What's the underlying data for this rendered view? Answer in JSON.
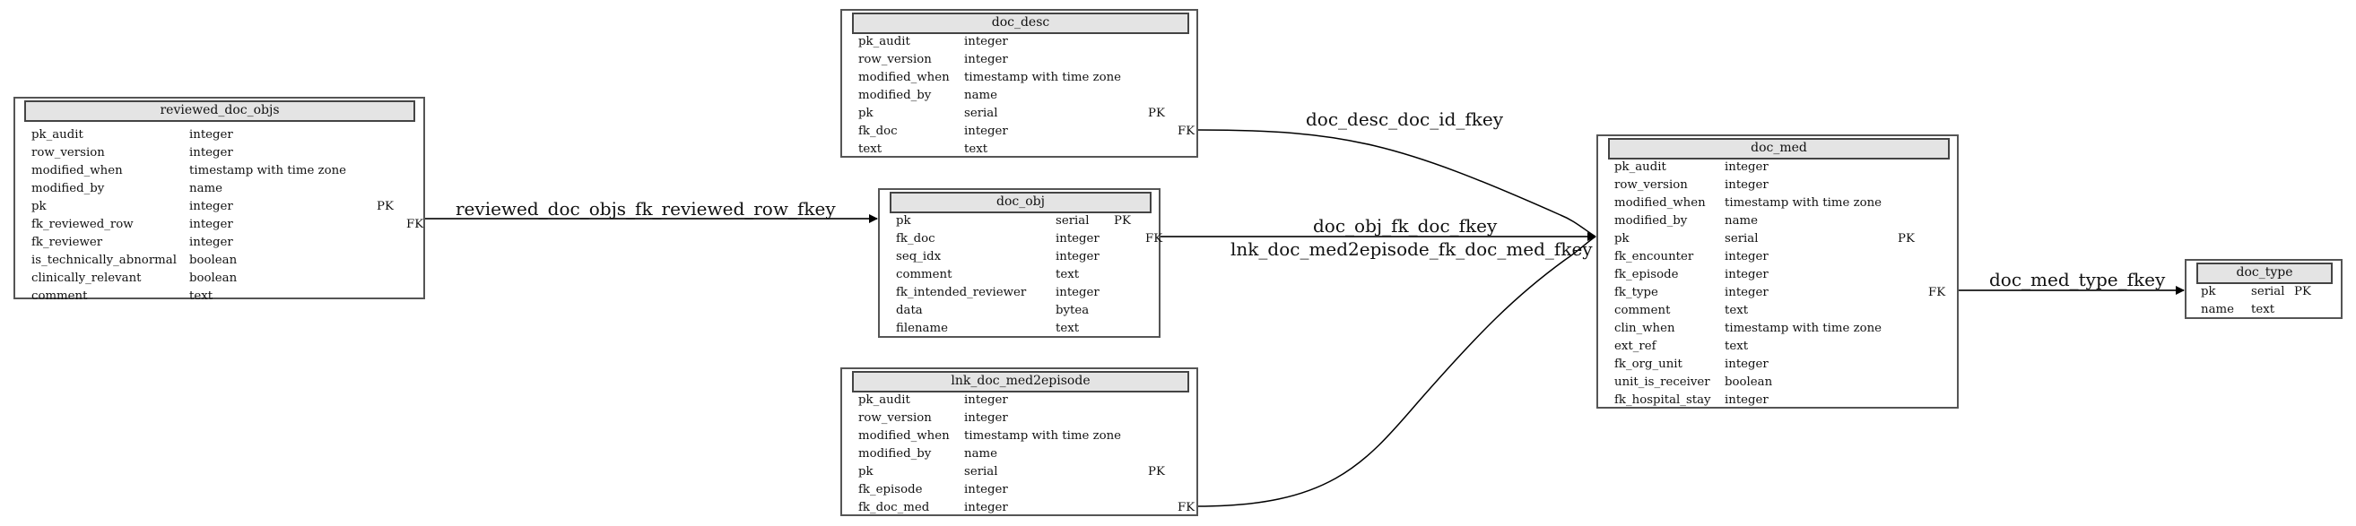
{
  "tables": {
    "reviewed_doc_objs": {
      "name": "reviewed_doc_objs",
      "columns": [
        {
          "name": "pk_audit",
          "type": "integer",
          "pk": "",
          "fk": ""
        },
        {
          "name": "row_version",
          "type": "integer",
          "pk": "",
          "fk": ""
        },
        {
          "name": "modified_when",
          "type": "timestamp with time zone",
          "pk": "",
          "fk": ""
        },
        {
          "name": "modified_by",
          "type": "name",
          "pk": "",
          "fk": ""
        },
        {
          "name": "pk",
          "type": "integer",
          "pk": "PK",
          "fk": ""
        },
        {
          "name": "fk_reviewed_row",
          "type": "integer",
          "pk": "",
          "fk": "FK"
        },
        {
          "name": "fk_reviewer",
          "type": "integer",
          "pk": "",
          "fk": ""
        },
        {
          "name": "is_technically_abnormal",
          "type": "boolean",
          "pk": "",
          "fk": ""
        },
        {
          "name": "clinically_relevant",
          "type": "boolean",
          "pk": "",
          "fk": ""
        },
        {
          "name": "comment",
          "type": "text",
          "pk": "",
          "fk": ""
        }
      ]
    },
    "doc_desc": {
      "name": "doc_desc",
      "columns": [
        {
          "name": "pk_audit",
          "type": "integer",
          "pk": "",
          "fk": ""
        },
        {
          "name": "row_version",
          "type": "integer",
          "pk": "",
          "fk": ""
        },
        {
          "name": "modified_when",
          "type": "timestamp with time zone",
          "pk": "",
          "fk": ""
        },
        {
          "name": "modified_by",
          "type": "name",
          "pk": "",
          "fk": ""
        },
        {
          "name": "pk",
          "type": "serial",
          "pk": "PK",
          "fk": ""
        },
        {
          "name": "fk_doc",
          "type": "integer",
          "pk": "",
          "fk": "FK"
        },
        {
          "name": "text",
          "type": "text",
          "pk": "",
          "fk": ""
        }
      ]
    },
    "doc_obj": {
      "name": "doc_obj",
      "columns": [
        {
          "name": "pk",
          "type": "serial",
          "pk": "PK",
          "fk": ""
        },
        {
          "name": "fk_doc",
          "type": "integer",
          "pk": "",
          "fk": "FK"
        },
        {
          "name": "seq_idx",
          "type": "integer",
          "pk": "",
          "fk": ""
        },
        {
          "name": "comment",
          "type": "text",
          "pk": "",
          "fk": ""
        },
        {
          "name": "fk_intended_reviewer",
          "type": "integer",
          "pk": "",
          "fk": ""
        },
        {
          "name": "data",
          "type": "bytea",
          "pk": "",
          "fk": ""
        },
        {
          "name": "filename",
          "type": "text",
          "pk": "",
          "fk": ""
        }
      ]
    },
    "lnk_doc_med2episode": {
      "name": "lnk_doc_med2episode",
      "columns": [
        {
          "name": "pk_audit",
          "type": "integer",
          "pk": "",
          "fk": ""
        },
        {
          "name": "row_version",
          "type": "integer",
          "pk": "",
          "fk": ""
        },
        {
          "name": "modified_when",
          "type": "timestamp with time zone",
          "pk": "",
          "fk": ""
        },
        {
          "name": "modified_by",
          "type": "name",
          "pk": "",
          "fk": ""
        },
        {
          "name": "pk",
          "type": "serial",
          "pk": "PK",
          "fk": ""
        },
        {
          "name": "fk_episode",
          "type": "integer",
          "pk": "",
          "fk": ""
        },
        {
          "name": "fk_doc_med",
          "type": "integer",
          "pk": "",
          "fk": "FK"
        }
      ]
    },
    "doc_med": {
      "name": "doc_med",
      "columns": [
        {
          "name": "pk_audit",
          "type": "integer",
          "pk": "",
          "fk": ""
        },
        {
          "name": "row_version",
          "type": "integer",
          "pk": "",
          "fk": ""
        },
        {
          "name": "modified_when",
          "type": "timestamp with time zone",
          "pk": "",
          "fk": ""
        },
        {
          "name": "modified_by",
          "type": "name",
          "pk": "",
          "fk": ""
        },
        {
          "name": "pk",
          "type": "serial",
          "pk": "PK",
          "fk": ""
        },
        {
          "name": "fk_encounter",
          "type": "integer",
          "pk": "",
          "fk": ""
        },
        {
          "name": "fk_episode",
          "type": "integer",
          "pk": "",
          "fk": ""
        },
        {
          "name": "fk_type",
          "type": "integer",
          "pk": "",
          "fk": "FK"
        },
        {
          "name": "comment",
          "type": "text",
          "pk": "",
          "fk": ""
        },
        {
          "name": "clin_when",
          "type": "timestamp with time zone",
          "pk": "",
          "fk": ""
        },
        {
          "name": "ext_ref",
          "type": "text",
          "pk": "",
          "fk": ""
        },
        {
          "name": "fk_org_unit",
          "type": "integer",
          "pk": "",
          "fk": ""
        },
        {
          "name": "unit_is_receiver",
          "type": "boolean",
          "pk": "",
          "fk": ""
        },
        {
          "name": "fk_hospital_stay",
          "type": "integer",
          "pk": "",
          "fk": ""
        }
      ]
    },
    "doc_type": {
      "name": "doc_type",
      "columns": [
        {
          "name": "pk",
          "type": "serial",
          "pk": "PK",
          "fk": ""
        },
        {
          "name": "name",
          "type": "text",
          "pk": "",
          "fk": ""
        }
      ]
    }
  },
  "edges": [
    {
      "id": "e1",
      "label": "reviewed_doc_objs_fk_reviewed_row_fkey",
      "from": "reviewed_doc_objs.fk_reviewed_row",
      "to": "doc_obj.pk"
    },
    {
      "id": "e2",
      "label": "doc_desc_doc_id_fkey",
      "from": "doc_desc.fk_doc",
      "to": "doc_med.pk"
    },
    {
      "id": "e3",
      "label": "doc_obj_fk_doc_fkey",
      "from": "doc_obj.fk_doc",
      "to": "doc_med.pk"
    },
    {
      "id": "e4",
      "label": "lnk_doc_med2episode_fk_doc_med_fkey",
      "from": "lnk_doc_med2episode.fk_doc_med",
      "to": "doc_med.pk"
    },
    {
      "id": "e5",
      "label": "doc_med_type_fkey",
      "from": "doc_med.fk_type",
      "to": "doc_type.pk"
    }
  ]
}
